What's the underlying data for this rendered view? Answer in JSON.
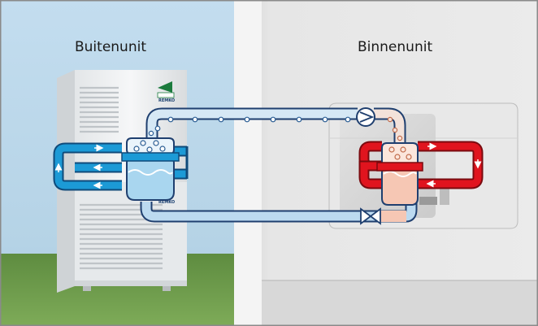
{
  "labels": {
    "outdoor": "Buitenunit",
    "indoor": "Binnenunit"
  },
  "brand": {
    "name": "REMKO",
    "color": "#1a7a3c"
  },
  "colors": {
    "sky": "#c6dff0",
    "grass": "#6f9a4c",
    "wall": "#e4e4e4",
    "cold_loop": "#1c9ad6",
    "hot_loop": "#e0141e",
    "refrigerant_pipe": "#cfe3f2",
    "pipe_outline": "#1f3f6f",
    "evaporator": "#a9d6ef",
    "condenser": "#f6c7b4",
    "frame": "#8a8a8a"
  },
  "icons": {
    "compressor": "compressor-icon",
    "expansion_valve": "expansion-valve-icon",
    "flow_arrow": "flow-arrow-icon",
    "logo": "remko-logo-icon"
  }
}
